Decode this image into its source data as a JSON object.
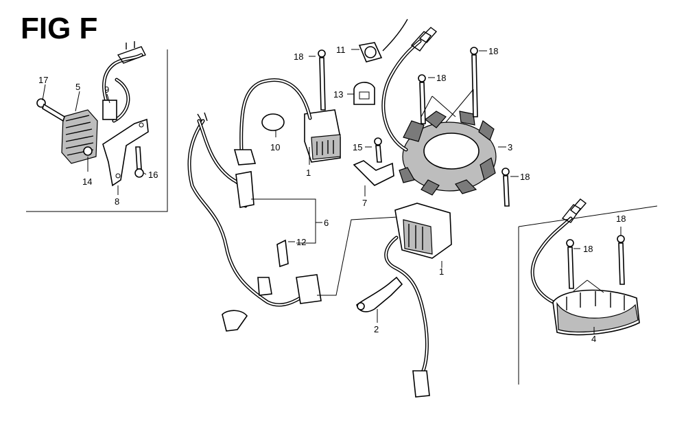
{
  "figure": {
    "title": "FIG F",
    "callouts": {
      "c1a": "1",
      "c1b": "1",
      "c2": "2",
      "c3": "3",
      "c4": "4",
      "c5": "5",
      "c6": "6",
      "c7": "7",
      "c8": "8",
      "c9": "9",
      "c10": "10",
      "c11": "11",
      "c12": "12",
      "c13": "13",
      "c14": "14",
      "c15": "15",
      "c16": "16",
      "c17": "17",
      "c18a": "18",
      "c18b": "18",
      "c18c": "18",
      "c18d": "18",
      "c18e": "18",
      "c18f": "18"
    }
  }
}
